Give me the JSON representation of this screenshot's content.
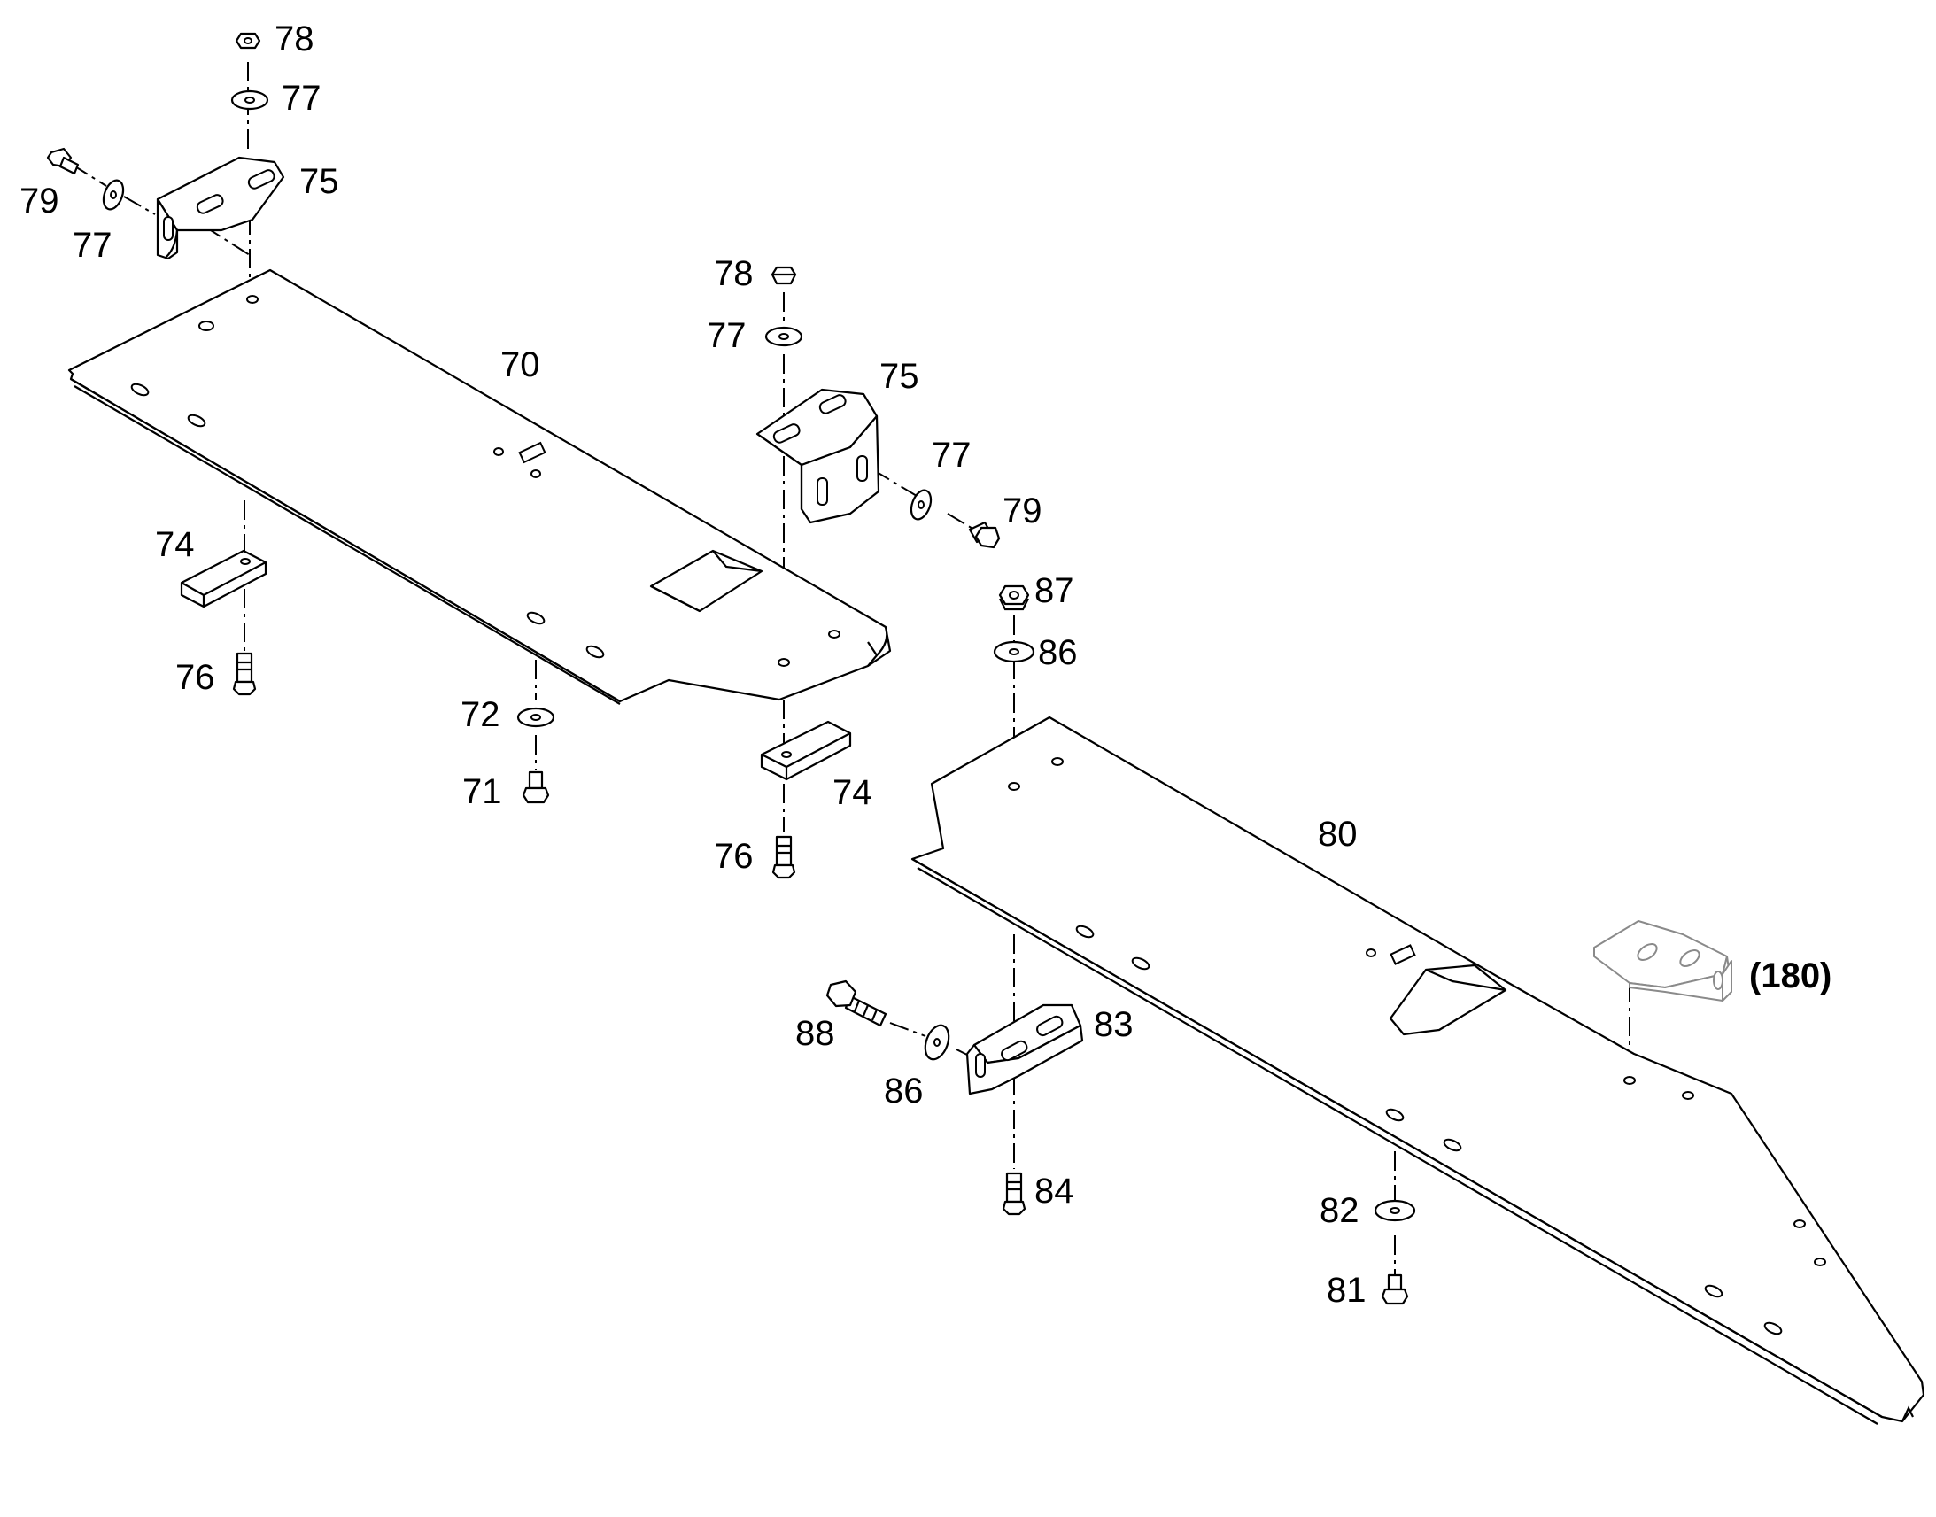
{
  "labels": {
    "p70": "70",
    "p71": "71",
    "p72": "72",
    "p74a": "74",
    "p74b": "74",
    "p75a": "75",
    "p75b": "75",
    "p76a": "76",
    "p76b": "76",
    "p77a": "77",
    "p77b": "77",
    "p77c": "77",
    "p77d": "77",
    "p78a": "78",
    "p78b": "78",
    "p79a": "79",
    "p79b": "79",
    "p80": "80",
    "p81": "81",
    "p82": "82",
    "p83": "83",
    "p84": "84",
    "p86a": "86",
    "p86b": "86",
    "p87": "87",
    "p88": "88",
    "p180": "(180)"
  },
  "colors": {
    "line": "#000000",
    "reference_part": "#8a8a8a",
    "background": "#ffffff"
  }
}
